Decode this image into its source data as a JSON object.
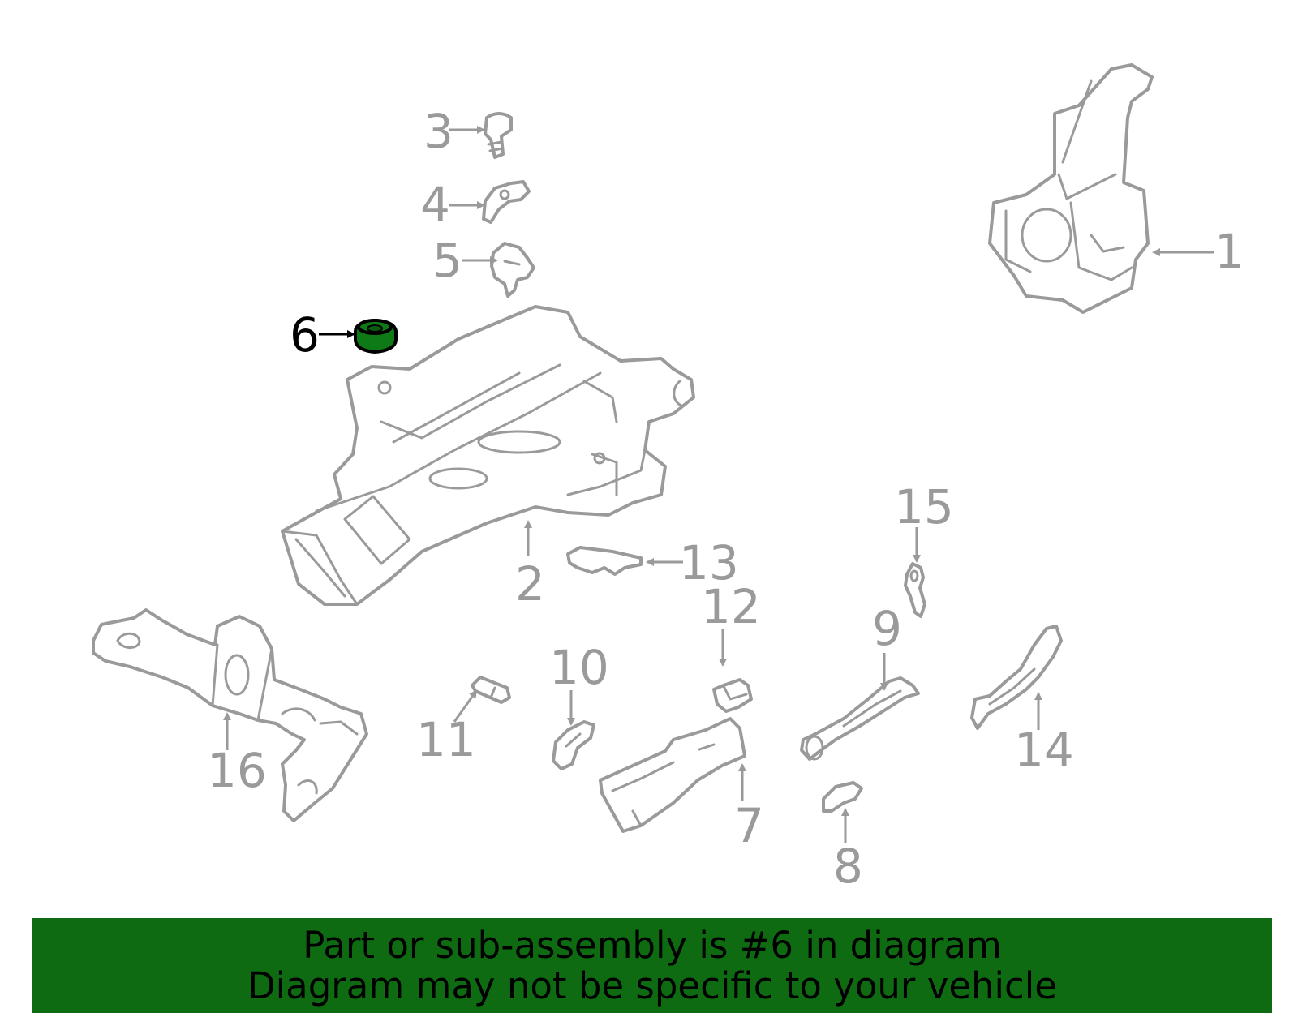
{
  "callouts": [
    "1",
    "2",
    "3",
    "4",
    "5",
    "6",
    "7",
    "8",
    "9",
    "10",
    "11",
    "12",
    "13",
    "14",
    "15",
    "16"
  ],
  "highlighted_callout": "6",
  "colors": {
    "highlight_fill": "#0e7a16",
    "footer_background": "#0e6b12",
    "line": "#9a9a9a",
    "highlight_text": "#000000"
  },
  "footer": {
    "line1": "Part or sub-assembly is #6 in diagram",
    "line2": "Diagram may not be specific to your vehicle"
  }
}
